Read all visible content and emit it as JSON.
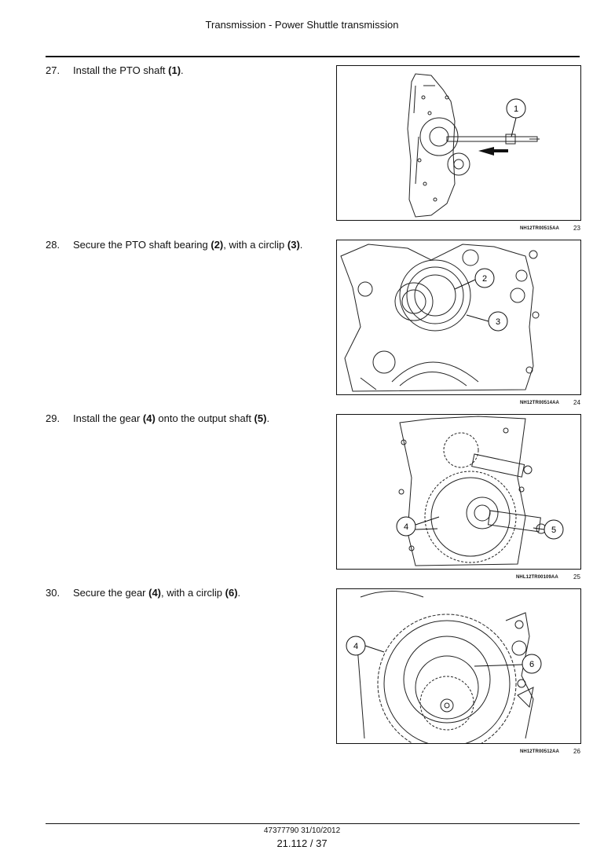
{
  "header": {
    "title": "Transmission - Power Shuttle transmission"
  },
  "steps": [
    {
      "number": "27.",
      "parts": [
        "Install the PTO shaft ",
        "(1)",
        "."
      ]
    },
    {
      "number": "28.",
      "parts": [
        "Secure the PTO shaft bearing ",
        "(2)",
        ", with a circlip ",
        "(3)",
        "."
      ]
    },
    {
      "number": "29.",
      "parts": [
        "Install the gear ",
        "(4)",
        " onto the output shaft ",
        "(5)",
        "."
      ]
    },
    {
      "number": "30.",
      "parts": [
        "Secure the gear ",
        "(4)",
        ", with a circlip ",
        "(6)",
        "."
      ]
    }
  ],
  "figures": [
    {
      "code": "NH12TR00515AA",
      "number": "23",
      "callouts": [
        "1"
      ]
    },
    {
      "code": "NH12TR00514AA",
      "number": "24",
      "callouts": [
        "2",
        "3"
      ]
    },
    {
      "code": "NHL12TR00109AA",
      "number": "25",
      "callouts": [
        "4",
        "5"
      ]
    },
    {
      "code": "NH12TR00512AA",
      "number": "26",
      "callouts": [
        "4",
        "6"
      ]
    }
  ],
  "footer": {
    "doc": "47377790 31/10/2012",
    "page": "21.112 / 37"
  }
}
